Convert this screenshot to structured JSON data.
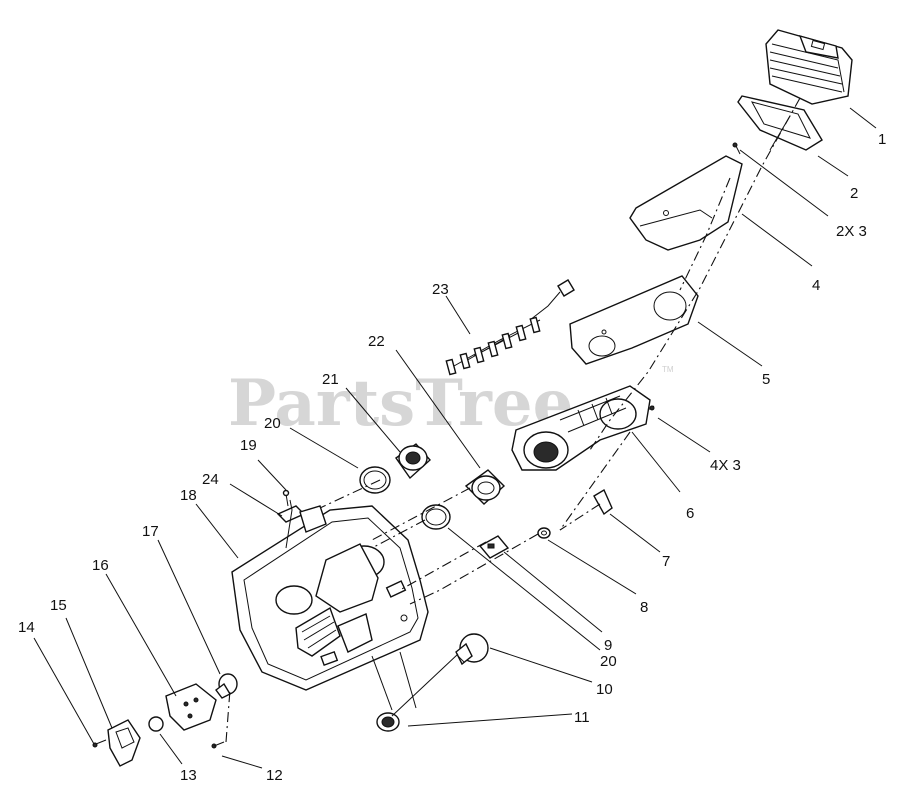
{
  "watermark": {
    "text": "PartsTree",
    "trademark": "TM"
  },
  "callouts": [
    {
      "id": "1",
      "label": "1"
    },
    {
      "id": "2",
      "label": "2"
    },
    {
      "id": "3",
      "label": "2X 3"
    },
    {
      "id": "4",
      "label": "4"
    },
    {
      "id": "5",
      "label": "5"
    },
    {
      "id": "4x3",
      "label": "4X 3"
    },
    {
      "id": "6",
      "label": "6"
    },
    {
      "id": "7",
      "label": "7"
    },
    {
      "id": "8",
      "label": "8"
    },
    {
      "id": "9",
      "label": "9"
    },
    {
      "id": "20b",
      "label": "20"
    },
    {
      "id": "10",
      "label": "10"
    },
    {
      "id": "11",
      "label": "11"
    },
    {
      "id": "12",
      "label": "12"
    },
    {
      "id": "13",
      "label": "13"
    },
    {
      "id": "14",
      "label": "14"
    },
    {
      "id": "15",
      "label": "15"
    },
    {
      "id": "16",
      "label": "16"
    },
    {
      "id": "17",
      "label": "17"
    },
    {
      "id": "18",
      "label": "18"
    },
    {
      "id": "19",
      "label": "19"
    },
    {
      "id": "24",
      "label": "24"
    },
    {
      "id": "20a",
      "label": "20"
    },
    {
      "id": "21",
      "label": "21"
    },
    {
      "id": "22",
      "label": "22"
    },
    {
      "id": "23",
      "label": "23"
    }
  ]
}
